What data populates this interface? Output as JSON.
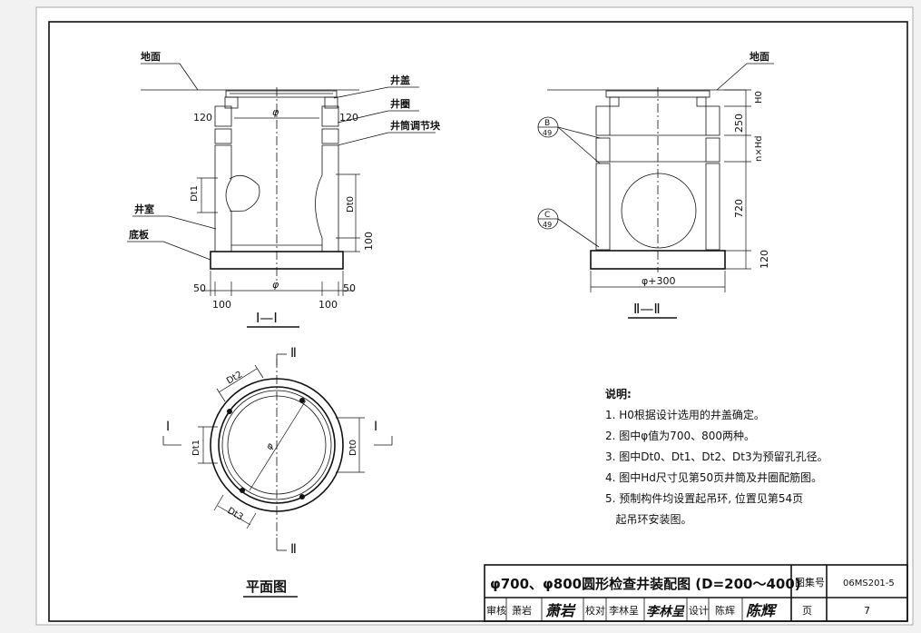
{
  "section1": {
    "title": "I—I",
    "callouts": {
      "ground": "地面",
      "cover": "井盖",
      "ring": "井圈",
      "adjust_block": "井筒调节块",
      "chamber": "井室",
      "base": "底板"
    },
    "dims": {
      "left_120": "120",
      "right_120": "120",
      "phi": "φ",
      "phi_bottom": "φ",
      "dt1": "Dt1",
      "dt0": "Dt0",
      "d100_v": "100",
      "d50_l": "50",
      "d100_l": "100",
      "d100_r": "100",
      "d50_r": "50"
    }
  },
  "section2": {
    "title": "Ⅱ—Ⅱ",
    "callouts": {
      "ground": "地面"
    },
    "refB": {
      "letter": "B",
      "page": "49"
    },
    "refC": {
      "letter": "C",
      "page": "49"
    },
    "dims": {
      "h0": "H0",
      "d250": "250",
      "nhd": "n×Hd",
      "d720": "720",
      "d120": "120",
      "width": "φ+300"
    }
  },
  "plan": {
    "title": "平面图",
    "marks": {
      "ii_top": "Ⅱ",
      "ii_bottom": "Ⅱ",
      "i_left": "Ⅰ",
      "i_right": "Ⅰ"
    },
    "dims": {
      "dt2": "Dt2",
      "dt1": "Dt1",
      "dt0": "Dt0",
      "dt3": "Dt3",
      "phi": "φ"
    }
  },
  "notes": {
    "heading": "说明:",
    "items": [
      "1. H0根据设计选用的井盖确定。",
      "2. 图中φ值为700、800两种。",
      "3. 图中Dt0、Dt1、Dt2、Dt3为预留孔孔径。",
      "4. 图中Hd尺寸见第50页井筒及井圈配筋图。",
      "5. 预制构件均设置起吊环, 位置见第54页",
      "   起吊环安装图。"
    ]
  },
  "title_block": {
    "drawing_title": "φ700、φ800圆形检查井装配图 (D=200～400)",
    "atlas_label": "图集号",
    "atlas_no": "06MS201-5",
    "review_label": "审核",
    "reviewer": "萧岩",
    "reviewer_sign": "萧岩",
    "check_label": "校对",
    "checker": "李林呈",
    "checker_sign": "李林呈",
    "design_label": "设计",
    "designer": "陈辉",
    "designer_sign": "陈辉",
    "page_label": "页",
    "page_no": "7"
  }
}
